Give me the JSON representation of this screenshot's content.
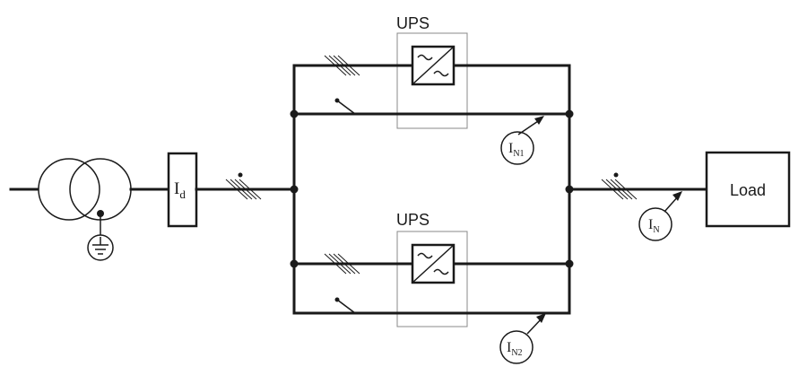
{
  "ups_top": {
    "label": "UPS"
  },
  "ups_bottom": {
    "label": "UPS"
  },
  "load": {
    "label": "Load"
  },
  "breaker": {
    "symbol": "I",
    "subscript": "d"
  },
  "meter_in1": {
    "symbol": "I",
    "subscript": "N1"
  },
  "meter_in2": {
    "symbol": "I",
    "subscript": "N2"
  },
  "meter_in": {
    "symbol": "I",
    "subscript": "N"
  }
}
